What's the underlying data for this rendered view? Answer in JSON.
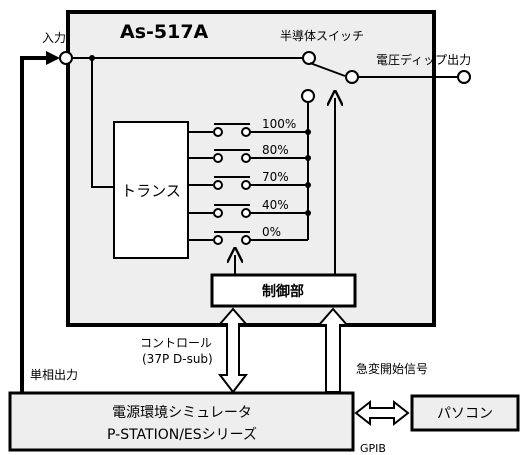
{
  "device": {
    "title": "As-517A",
    "input_label": "入力",
    "switch_label": "半導体スイッチ",
    "output_label": "電圧ディップ出力",
    "transformer_label": "トランス",
    "taps": [
      "100%",
      "80%",
      "70%",
      "40%",
      "0%"
    ],
    "controller_label": "制御部"
  },
  "interface": {
    "control_label_line1": "コントロール",
    "control_label_line2": "(37P D-sub)",
    "single_phase_label": "単相出力",
    "sudden_change_label": "急変開始信号",
    "gpib_label": "GPIB"
  },
  "simulator": {
    "line1": "電源環境シミュレータ",
    "line2": "P-STATION/ESシリーズ"
  },
  "pc": {
    "label": "パソコン"
  },
  "colors": {
    "device_fill": "#eeeeee",
    "line": "#000000",
    "box_fill": "#ffffff"
  }
}
